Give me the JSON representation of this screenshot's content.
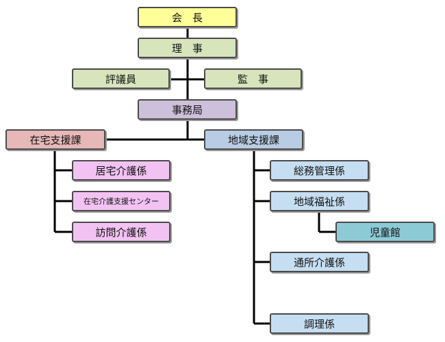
{
  "nodes": {
    "chairman": "会　長",
    "director": "理　事",
    "councilor": "評議員",
    "auditor": "監　事",
    "secretariat": "事務局",
    "home_support_section": "在宅支援課",
    "community_support_section": "地域支援課",
    "home_care_unit": "居宅介護係",
    "home_care_support_center": "在宅介護支援センター",
    "home_visit_care_unit": "訪問介護係",
    "general_affairs_unit": "総務管理係",
    "community_welfare_unit": "地域福祉係",
    "childrens_hall": "児童館",
    "day_care_unit": "通所介護係",
    "cooking_unit": "調理係"
  }
}
